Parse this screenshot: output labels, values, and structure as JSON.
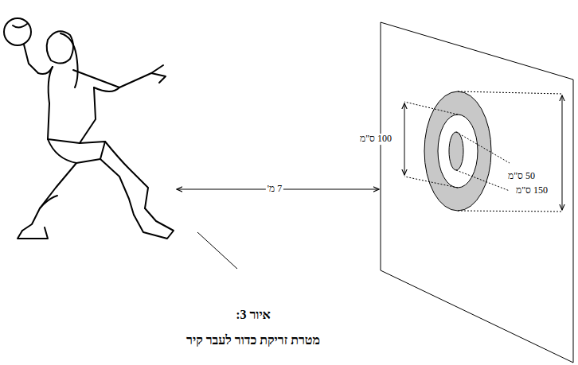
{
  "diagram": {
    "caption": "איור 3:",
    "labels": [
      "100 ס\"מ",
      "50 ס\"מ",
      "150 ס\"מ",
      "7 מ'",
      "מטרת זריקת כדור לעבר קיר"
    ]
  }
}
